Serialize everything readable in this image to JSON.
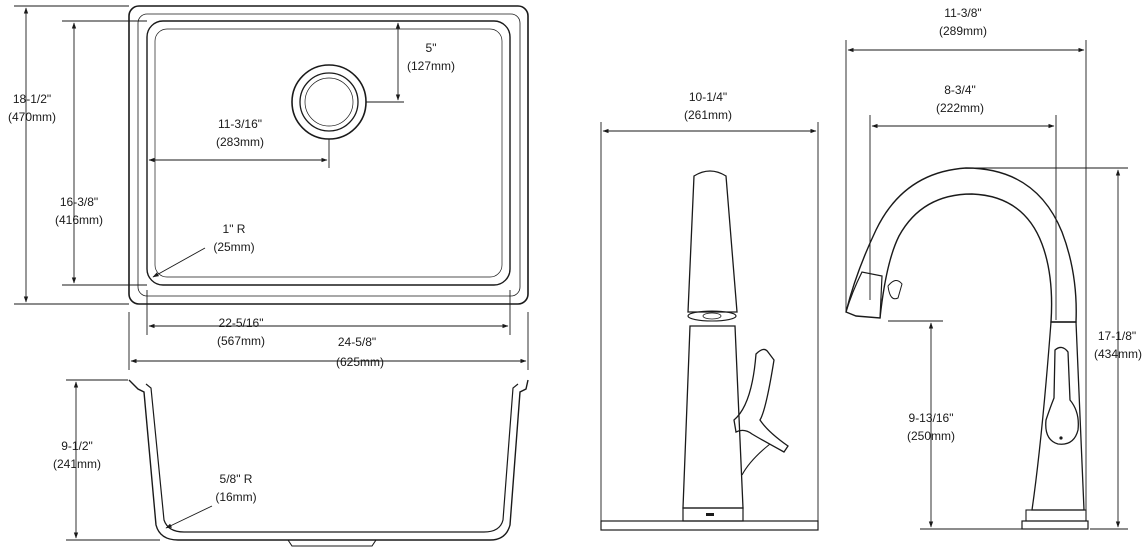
{
  "sink_top": {
    "outer_height": "18-1/2\"",
    "outer_height_mm": "(470mm)",
    "inner_height": "16-3/8\"",
    "inner_height_mm": "(416mm)",
    "drain_offset_y": "5\"",
    "drain_offset_y_mm": "(127mm)",
    "drain_offset_x": "11-3/16\"",
    "drain_offset_x_mm": "(283mm)",
    "corner_radius": "1\" R",
    "corner_radius_mm": "(25mm)",
    "inner_width": "22-5/16\"",
    "inner_width_mm": "(567mm)",
    "outer_width": "24-5/8\"",
    "outer_width_mm": "(625mm)"
  },
  "sink_side": {
    "depth": "9-1/2\"",
    "depth_mm": "(241mm)",
    "bottom_radius": "5/8\" R",
    "bottom_radius_mm": "(16mm)"
  },
  "faucet_front": {
    "width": "10-1/4\"",
    "width_mm": "(261mm)"
  },
  "faucet_side": {
    "reach": "11-3/8\"",
    "reach_mm": "(289mm)",
    "spout_reach": "8-3/4\"",
    "spout_reach_mm": "(222mm)",
    "height": "17-1/8\"",
    "height_mm": "(434mm)",
    "spout_height": "9-13/16\"",
    "spout_height_mm": "(250mm)"
  }
}
